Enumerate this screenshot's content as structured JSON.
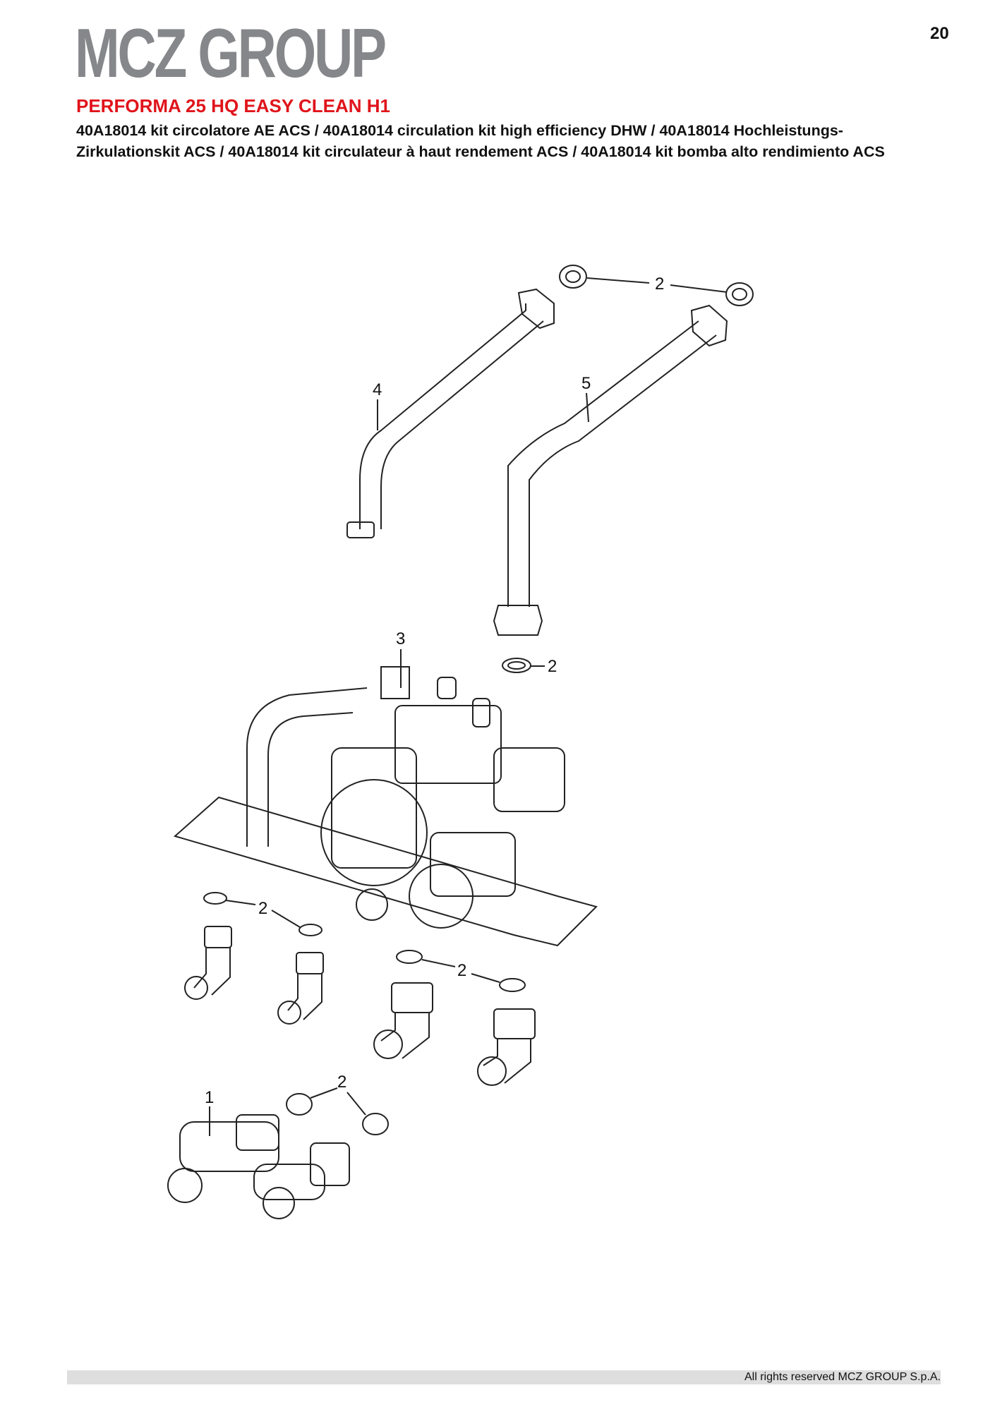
{
  "header": {
    "logo": "MCZ GROUP",
    "page_number": "20"
  },
  "title": "PERFORMA 25 HQ EASY CLEAN H1",
  "subtitle": "40A18014 kit circolatore AE ACS / 40A18014 circulation kit high efficiency DHW / 40A18014 Hochleistungs-Zirkulationskit ACS / 40A18014 kit circulateur à haut rendement ACS / 40A18014 kit bomba alto rendimiento ACS",
  "diagram": {
    "callouts": [
      "2",
      "4",
      "5",
      "3",
      "2",
      "2",
      "2",
      "2",
      "1"
    ]
  },
  "footer": {
    "copyright": "All rights reserved MCZ GROUP S.p.A."
  }
}
